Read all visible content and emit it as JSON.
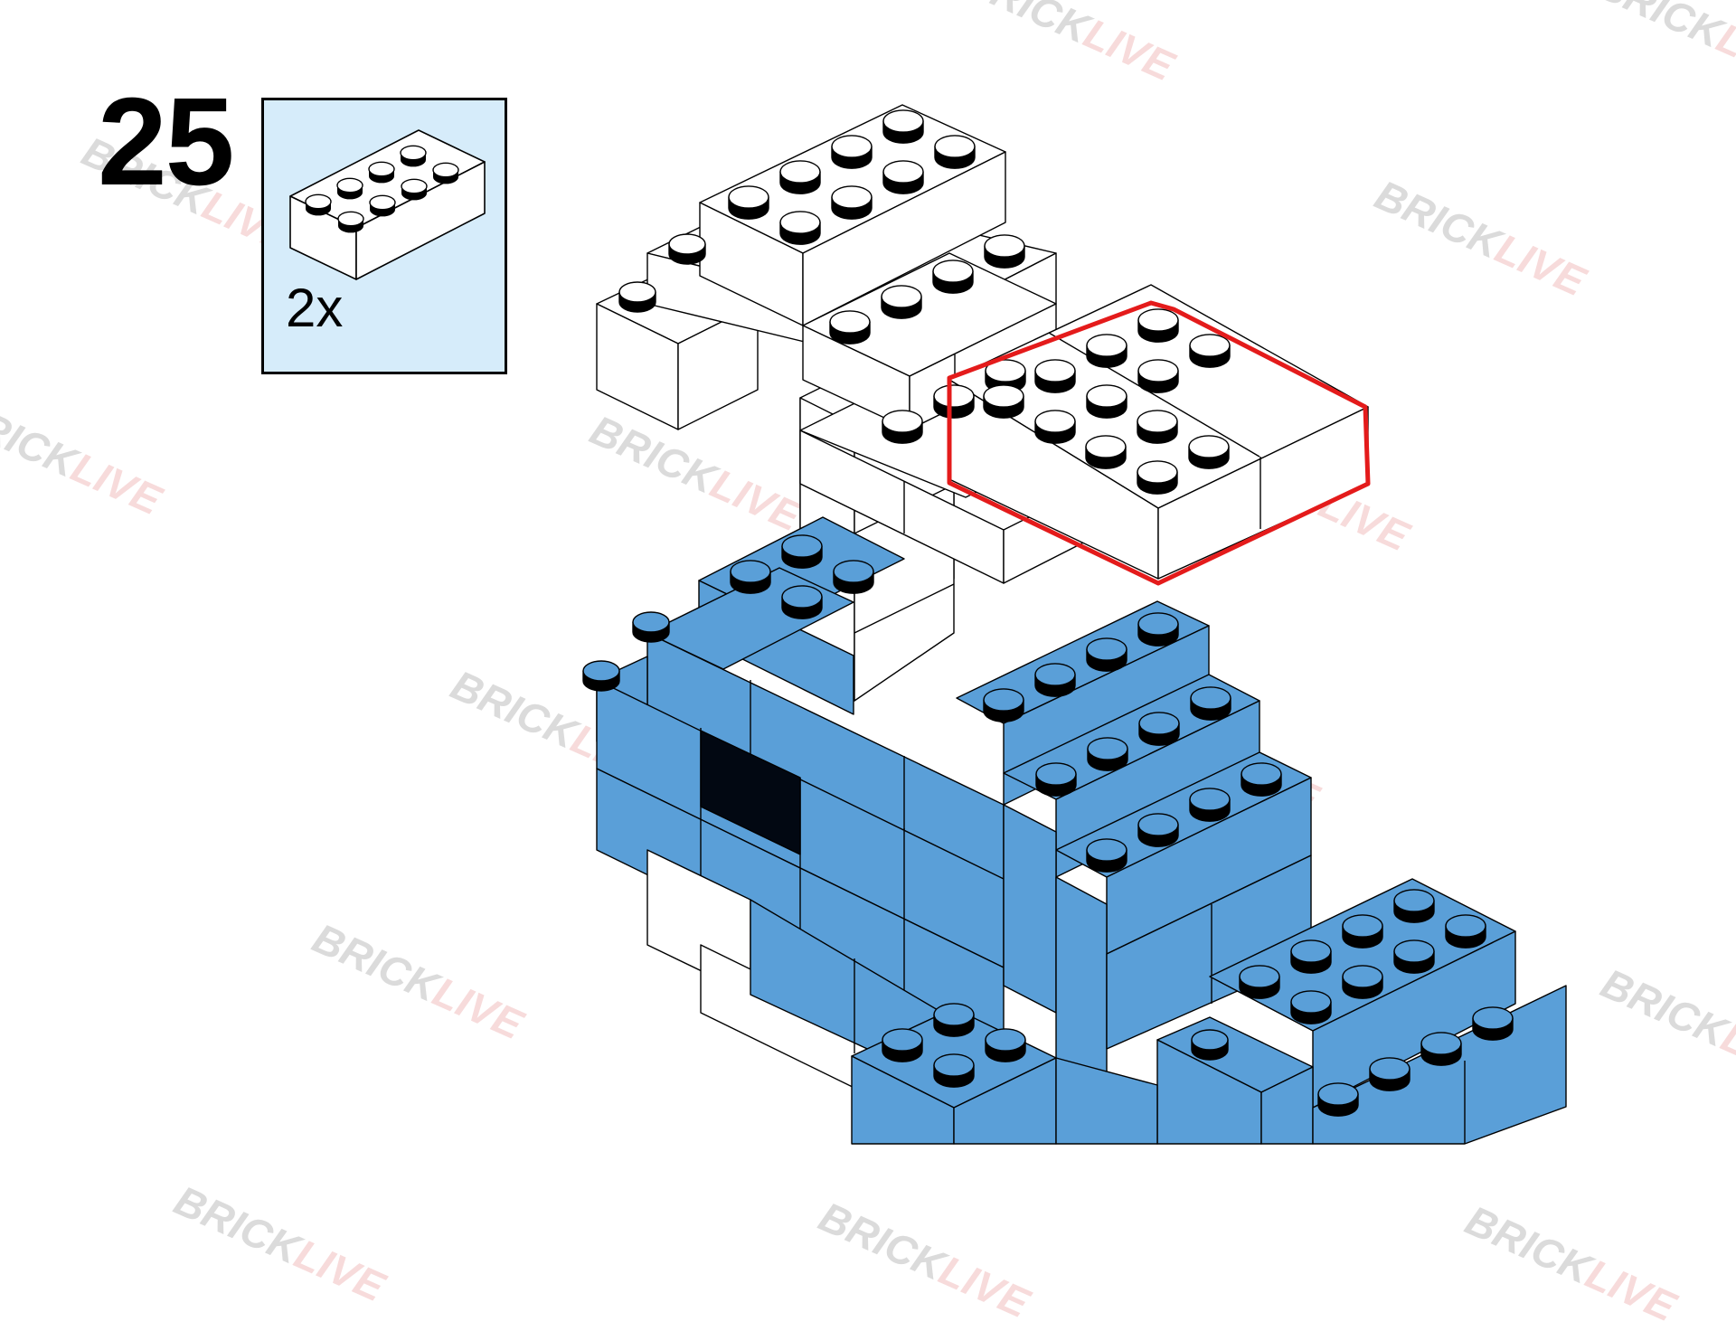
{
  "step": {
    "number": "25"
  },
  "parts": {
    "quantity": "2x",
    "brick": "2x4 brick",
    "brick_color": "#ffffff"
  },
  "watermark": {
    "part1": "BRICK",
    "part2": "LIVE"
  },
  "colors": {
    "blue": "#5a9fd8",
    "white": "#ffffff",
    "black": "#020812",
    "highlight": "#e41b1b",
    "parts_box_bg": "#d6ecfa"
  }
}
